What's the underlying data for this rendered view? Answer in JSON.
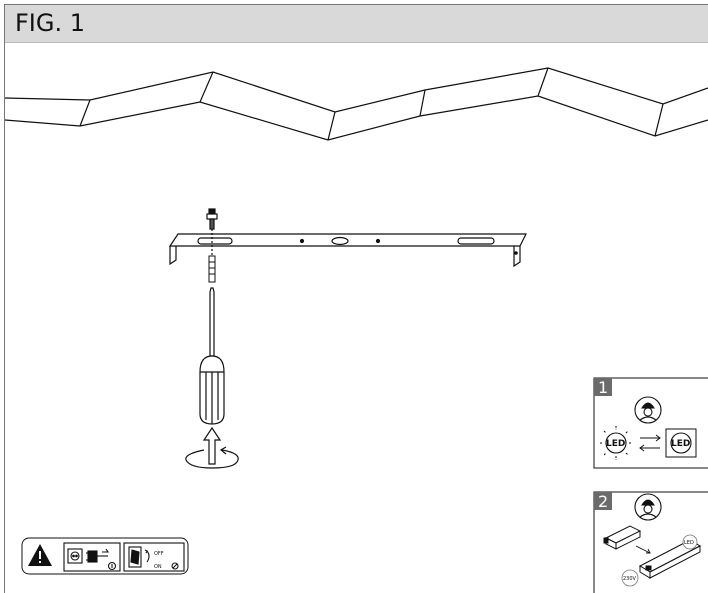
{
  "figure": {
    "title": "FIG. 1"
  },
  "steps": [
    {
      "number": "1",
      "icons": [
        "technician-icon",
        "led-old-icon",
        "swap-arrows-icon",
        "led-new-icon"
      ],
      "led_label": "LED"
    },
    {
      "number": "2",
      "icons": [
        "technician-icon",
        "driver-box-icon",
        "led-module-icon"
      ],
      "led_label": "LED",
      "voltage_label": "230V"
    }
  ],
  "warning": {
    "icons": [
      "warning-triangle-icon",
      "unplug-icon",
      "switch-off-icon"
    ],
    "off_label": "OFF",
    "on_label": "ON"
  }
}
